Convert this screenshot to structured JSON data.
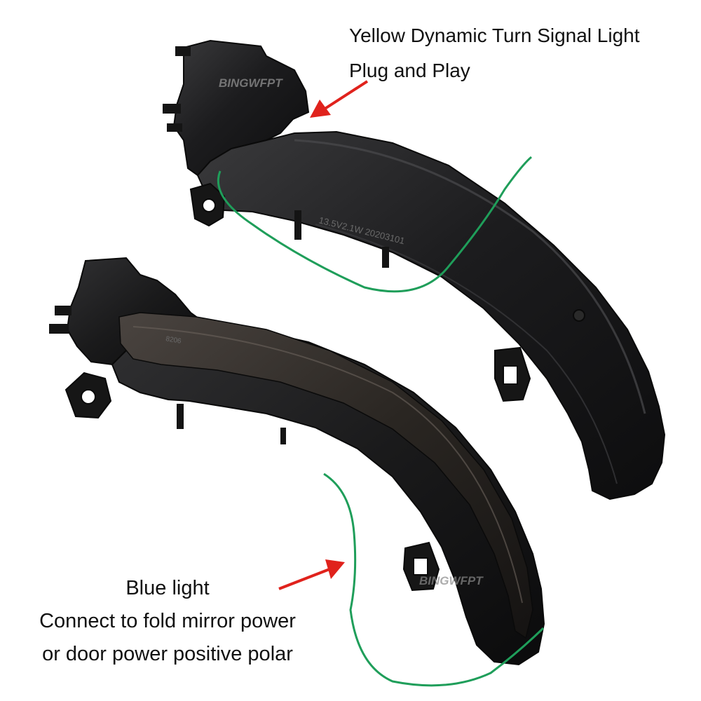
{
  "top_caption": {
    "line1": "Yellow Dynamic Turn Signal Light",
    "line2": "Plug and Play"
  },
  "bottom_caption": {
    "line1": "Blue light",
    "line2": "Connect to fold mirror power",
    "line3": "or door power positive polar"
  },
  "watermark": {
    "top": "BINGWFPT",
    "bottom": "BINGWFPT"
  },
  "part_marking": {
    "line1": "13.5V2.1W 20203101",
    "line2": "8206"
  },
  "colors": {
    "arrow": "#e0221c",
    "wire": "#1f9e5a",
    "housing": "#1c1c1e",
    "lens": "#2a2622"
  }
}
